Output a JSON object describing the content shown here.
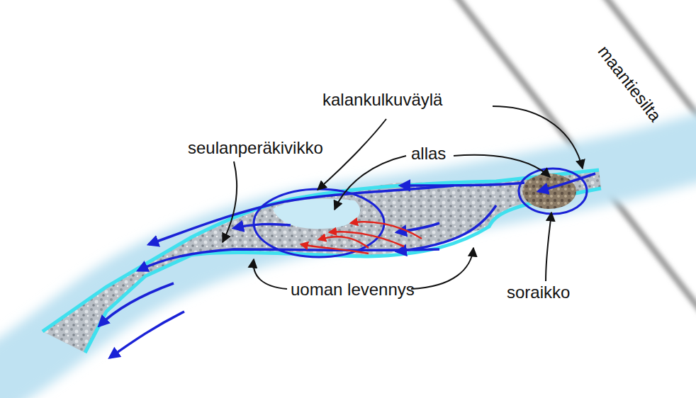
{
  "diagram": {
    "nodes": [
      {
        "text": [
          "maantiesilta"
        ]
      }
    ],
    "labels": [
      "kalankulkuväylä",
      "seulanperäkivikko",
      "allas",
      "uoman levennys",
      "soraikko"
    ]
  }
}
